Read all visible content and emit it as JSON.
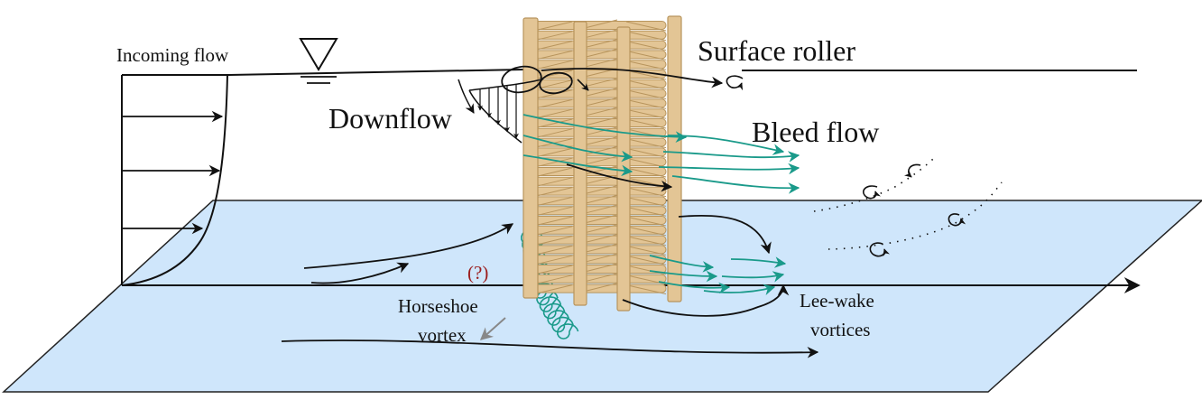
{
  "labels": {
    "incoming_flow": "Incoming flow",
    "surface_roller": "Surface roller",
    "downflow": "Downflow",
    "bleed_flow": "Bleed flow",
    "question": "(?)",
    "horseshoe_line1": "Horseshoe",
    "horseshoe_line2": "vortex",
    "leewake_line1": "Lee-wake",
    "leewake_line2": "vortices"
  },
  "colors": {
    "water": "#cfe6fb",
    "teal": "#1a9a8a",
    "wood": "#e3c595",
    "wood_edge": "#b8955d",
    "question": "#9b1c1c",
    "gray_arrow": "#888888"
  },
  "icons": {
    "water_level": "inverted-triangle-water-level-icon"
  }
}
